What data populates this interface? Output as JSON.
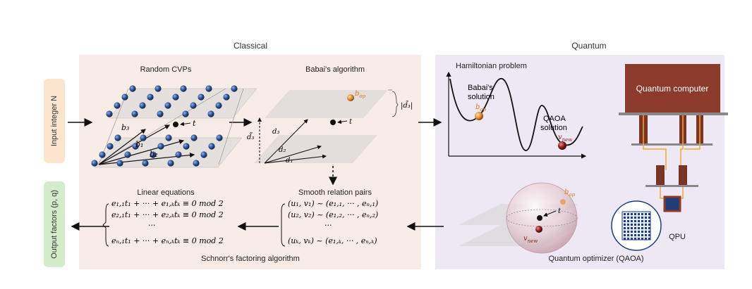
{
  "sections": {
    "classical": "Classical",
    "quantum": "Quantum"
  },
  "side": {
    "input": "Input integer N",
    "output": "Output factors (p, q)"
  },
  "panels": {
    "random_cvps": "Random CVPs",
    "babai": "Babai's algorithm",
    "hamiltonian": "Hamiltonian problem",
    "linear_equations": "Linear equations",
    "smooth_pairs": "Smooth relation pairs",
    "schnorr": "Schnorr's factoring algorithm",
    "quantum_computer": "Quantum computer",
    "qaoa_optimizer": "Quantum optimizer (QAOA)",
    "qpu": "QPU"
  },
  "labels": {
    "babai_solution": [
      "Babai's",
      "solution"
    ],
    "qaoa_solution": [
      "QAOA",
      "solution"
    ],
    "b_op": "b",
    "b_op_sub": "op",
    "v_new": "v",
    "v_new_sub": "new",
    "t": "t",
    "b1": "b₁",
    "b2": "b₂",
    "b3": "b₃",
    "d1": "d₁",
    "d2": "d₂",
    "d3": "d₃",
    "d3_tilde": "d̃₃",
    "d3_tilde_abs": "|d̃₃|"
  },
  "equations": {
    "linear": [
      "e₁,₁t₁ + ··· + e₁,ₖtₖ ≡ 0  mod 2",
      "e₂,₁t₁ + ··· + e₂,ₖtₖ ≡ 0  mod 2",
      "···",
      "eₙ,₁t₁ + ··· + eₙ,ₖtₖ ≡ 0  mod 2"
    ],
    "smooth": [
      "(u₁, v₁) ~ (e₁,₁, ··· , eₙ,₁)",
      "(u₂, v₂) ~ (e₁,₂, ··· , eₙ,₂)",
      "···",
      "(uₖ, vₖ) ~ (e₁,ₖ, ··· , eₙ,ₖ)"
    ]
  },
  "colors": {
    "classical_bg": "#f8ece7",
    "quantum_bg": "#eee8f4",
    "input_bg": "#fbe5cf",
    "output_bg": "#d4ecc9",
    "lattice_point": "#2d4f8f",
    "babai_point": "#e08a2e",
    "qaoa_point": "#8b1d1d",
    "computer": "#8b3a2b",
    "wire": "#f0a93a"
  }
}
